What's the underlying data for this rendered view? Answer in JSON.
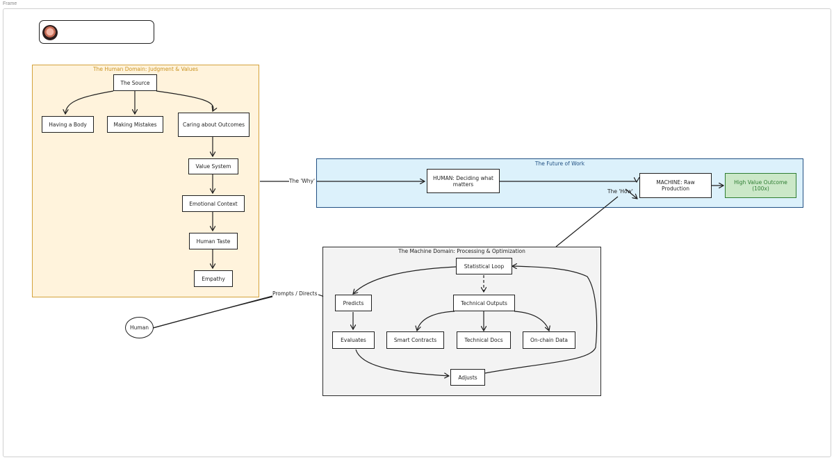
{
  "frame": {
    "label": "Frame"
  },
  "regions": {
    "human_domain": "The Human Domain: Judgment & Values",
    "future_of_work": "The Future of Work",
    "machine_domain": "The Machine Domain: Processing & Optimization"
  },
  "nodes": {
    "the_source": "The Source",
    "having_a_body": "Having a Body",
    "making_mistakes": "Making Mistakes",
    "caring_about_outcomes": "Caring about Outcomes",
    "value_system": "Value System",
    "emotional_context": "Emotional Context",
    "human_taste": "Human Taste",
    "empathy": "Empathy",
    "human_deciding": "HUMAN: Deciding what matters",
    "machine_raw_production": "MACHINE: Raw Production",
    "high_value_outcome": "High Value Outcome (100x)",
    "statistical_loop": "Statistical Loop",
    "predicts": "Predicts",
    "technical_outputs": "Technical Outputs",
    "evaluates": "Evaluates",
    "smart_contracts": "Smart Contracts",
    "technical_docs": "Technical Docs",
    "on_chain_data": "On-chain Data",
    "adjusts": "Adjusts",
    "human": "Human"
  },
  "edge_labels": {
    "the_why": "The 'Why'",
    "the_how": "The 'How'",
    "prompts_directs": "Prompts / Directs"
  },
  "colors": {
    "human_domain_fill": "#fff3dc",
    "human_domain_stroke": "#d4a13a",
    "future_fill": "#dcf1fb",
    "future_stroke": "#1f4f82",
    "machine_fill": "#f3f3f3",
    "outcome_fill": "#cbe8c8",
    "outcome_text": "#2e7d32"
  }
}
